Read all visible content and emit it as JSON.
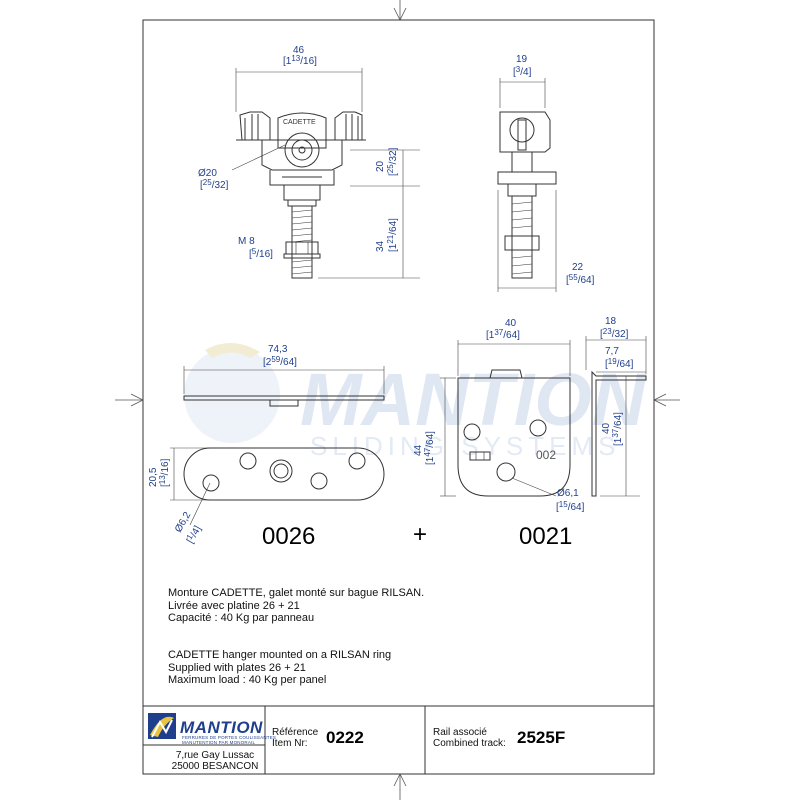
{
  "views": {
    "front": {
      "dims": {
        "w": "46",
        "w_in": "[1",
        "w_in_sup": "13",
        "w_in_sub": "/16]",
        "dia": "Ø20",
        "dia_in": "[",
        "dia_in_sup": "25",
        "dia_in_sub": "/32]",
        "h1": "20",
        "h1_in": "[",
        "h1_in_sup": "25",
        "h1_in_sub": "/32]",
        "h2": "34",
        "h2_in": "[1",
        "h2_in_sup": "21",
        "h2_in_sub": "/64]",
        "thread": "M 8",
        "thread_in": "[",
        "thread_in_sup": "5",
        "thread_in_sub": "/16]"
      },
      "engraving": "CADETTE"
    },
    "side": {
      "dims": {
        "w": "19",
        "w_in": "[",
        "w_in_sup": "3",
        "w_in_sub": "/4]",
        "b": "22",
        "b_in": "[",
        "b_in_sup": "55",
        "b_in_sub": "/64]"
      }
    },
    "plate_0026": {
      "dims": {
        "len": "74,3",
        "len_in": "[2",
        "len_in_sup": "59",
        "len_in_sub": "/64]",
        "h": "20,5",
        "h_in": "[",
        "h_in_sup": "13",
        "h_in_sub": "/16]",
        "dia": "Ø6,2",
        "dia_in": "[",
        "dia_in_sup": "1",
        "dia_in_sub": "/4]"
      }
    },
    "plate_0021": {
      "dims": {
        "w": "40",
        "w_in": "[1",
        "w_in_sup": "37",
        "w_in_sub": "/64]",
        "h": "44",
        "h_in": "[1",
        "h_in_sup": "47",
        "h_in_sub": "/64]",
        "dia": "Ø6,1",
        "dia_in": "[",
        "dia_in_sup": "15",
        "dia_in_sub": "/64]",
        "engraving": "002"
      }
    },
    "plate_0021_side": {
      "dims": {
        "t": "18",
        "t_in": "[",
        "t_in_sup": "23",
        "t_in_sub": "/32]",
        "t2": "7,7",
        "t2_in": "[",
        "t2_in_sup": "19",
        "t2_in_sub": "/64]",
        "h": "40",
        "h_in": "[1",
        "h_in_sup": "37",
        "h_in_sub": "/64]"
      }
    }
  },
  "parts": {
    "left": "0026",
    "plus": "+",
    "right": "0021"
  },
  "watermark": {
    "brand": "MANTION",
    "sub": "SLIDING SYSTEMS"
  },
  "description": {
    "fr": [
      "Monture CADETTE, galet monté sur bague RILSAN.",
      "Livrée avec platine 26 + 21",
      "Capacité : 40 Kg par panneau"
    ],
    "en": [
      "CADETTE hanger mounted on a RILSAN ring",
      "Supplied with plates 26 + 21",
      "Maximum load : 40 Kg per panel"
    ]
  },
  "title_block": {
    "logo": "MANTION",
    "logo_sub1": "FERRURES DE PORTES COULISSANTES",
    "logo_sub2": "MANUTENTION PAR MONORAIL",
    "address": [
      "7,rue Gay Lussac",
      "25000 BESANCON"
    ],
    "reference_label_fr": "Référence",
    "reference_label_en": "Item Nr:",
    "reference": "0222",
    "rail_label_fr": "Rail associé",
    "rail_label_en": "Combined track:",
    "rail": "2525F"
  },
  "colors": {
    "dimension": "#1f3f8c",
    "line": "#333333",
    "watermark": "#dfe7f3"
  }
}
